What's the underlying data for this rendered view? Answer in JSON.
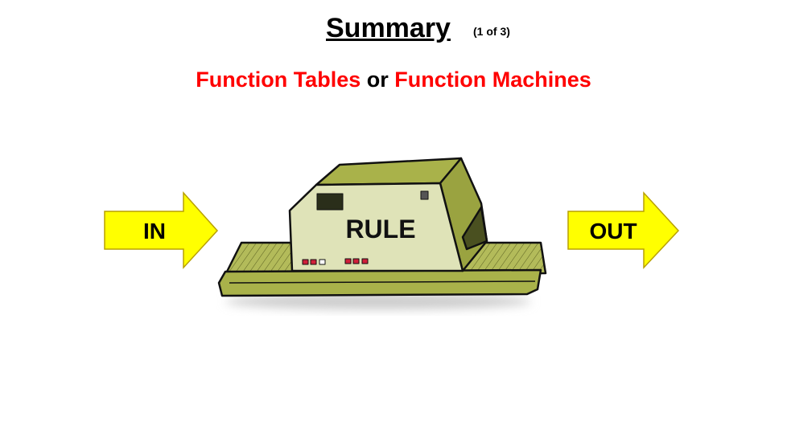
{
  "title": "Summary",
  "page_indicator": "(1 of 3)",
  "subtitle": {
    "part1": "Function Tables",
    "connector": " or ",
    "part2": "Function Machines"
  },
  "diagram": {
    "input_label": "IN",
    "machine_label": "RULE",
    "output_label": "OUT"
  },
  "colors": {
    "accent_red": "#ff0000",
    "arrow_yellow": "#ffff00",
    "machine_face": "#dfe3b8",
    "machine_green": "#a9b24a"
  }
}
